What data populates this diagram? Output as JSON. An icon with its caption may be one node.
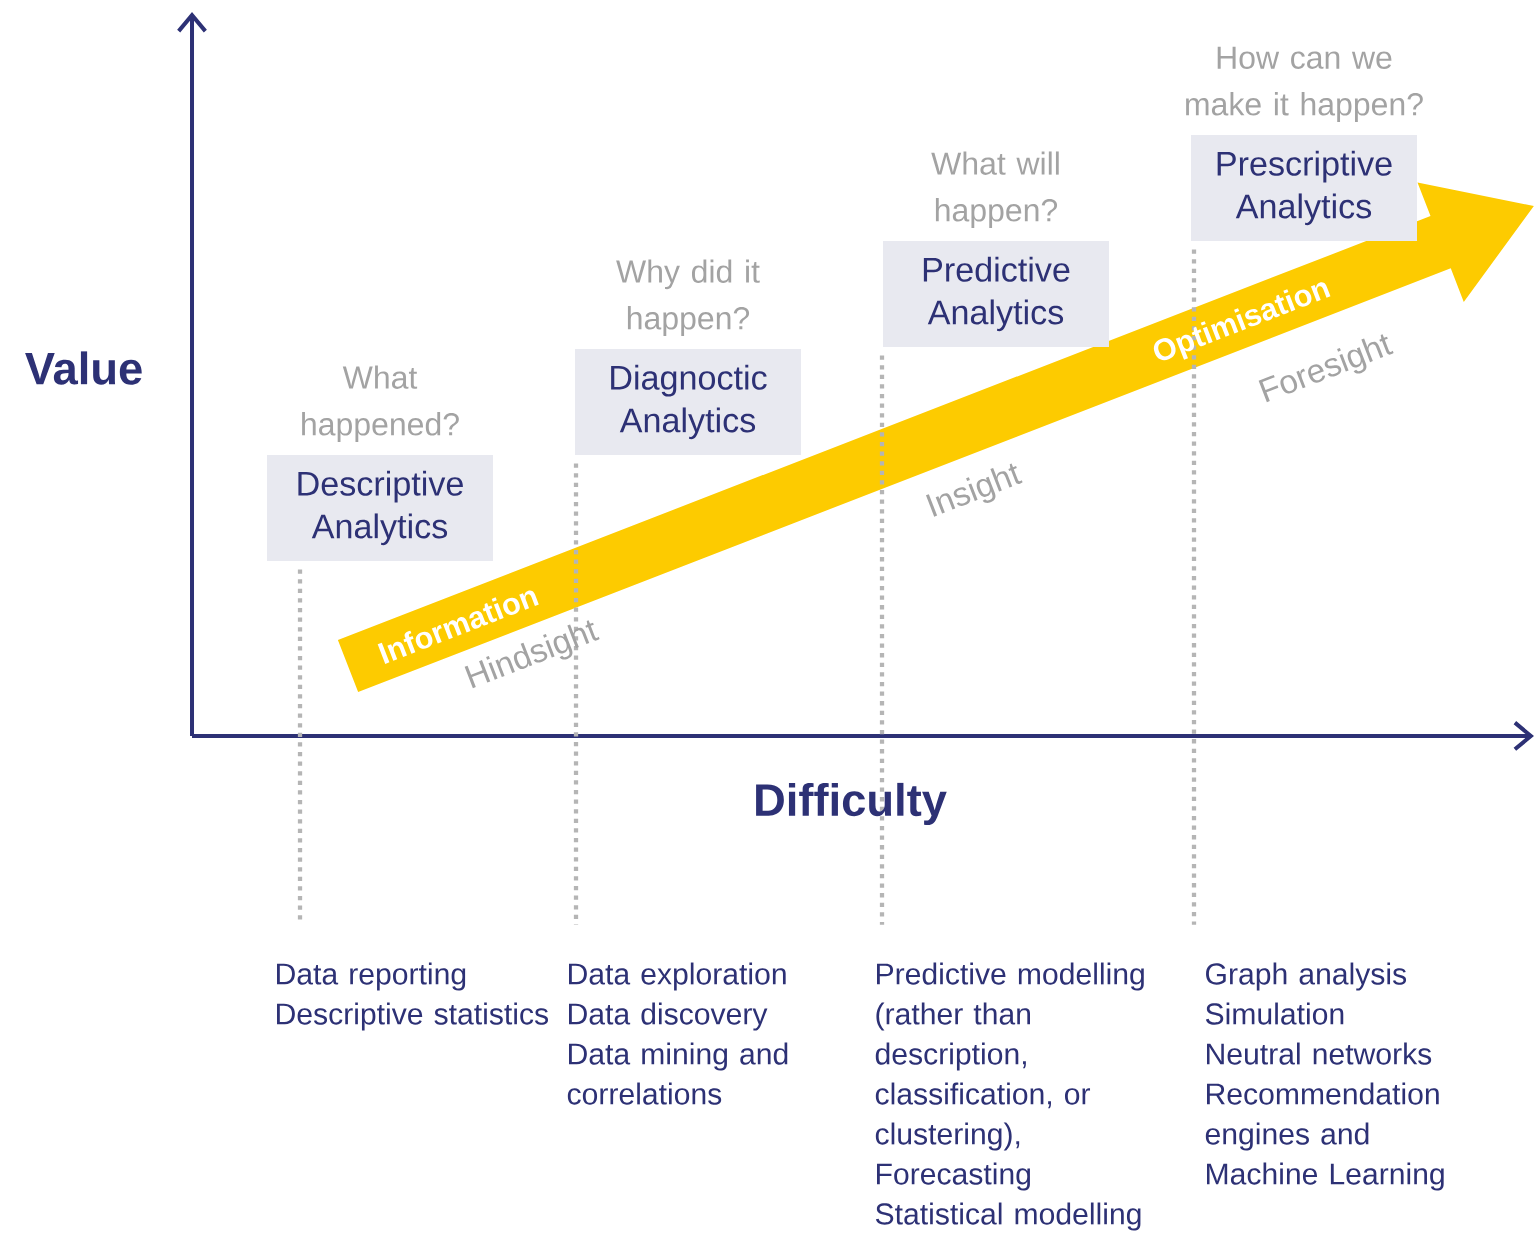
{
  "diagram": {
    "nodes": [
      {
        "text": [
          "What happened?",
          "Descriptive Analytics"
        ]
      },
      {
        "text": [
          "Why did it happen?",
          "Diagnoctic Analytics"
        ]
      },
      {
        "text": [
          "What will happen?",
          "Predictive Analytics"
        ]
      },
      {
        "text": [
          "How can we make it happen?",
          "Prescriptive Analytics"
        ]
      },
      {
        "text": [
          "Data reporting",
          "Descriptive statistics"
        ]
      },
      {
        "text": [
          "Data exploration",
          "Data discovery",
          "Data mining and correlations"
        ]
      },
      {
        "text": [
          "Predictive modelling (rather than description, classification, or clustering),",
          "Forecasting",
          "Statistical modelling"
        ]
      },
      {
        "text": [
          "Graph analysis",
          "Simulation",
          "Neutral networks",
          "Recommendation engines and Machine Learning"
        ]
      }
    ],
    "edges": [
      {
        "from": 0,
        "to": 4,
        "arrow": "none",
        "style": "dashed"
      },
      {
        "from": 1,
        "to": 5,
        "arrow": "none",
        "style": "dashed"
      },
      {
        "from": 2,
        "to": 6,
        "arrow": "none",
        "style": "dashed"
      },
      {
        "from": 3,
        "to": 7,
        "arrow": "none",
        "style": "dashed"
      }
    ],
    "labels": [
      "Value",
      "Difficulty",
      "Information",
      "Hindsight",
      "Insight",
      "Optimisation",
      "Foresight"
    ]
  }
}
